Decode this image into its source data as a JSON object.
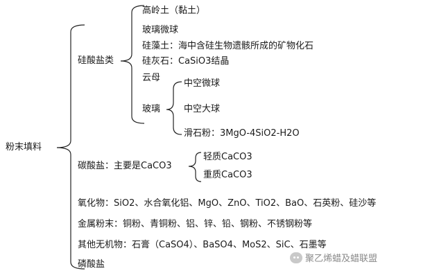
{
  "root": "粉末填料",
  "silicate": {
    "label": "硅酸盐类",
    "items": [
      "高岭土（黏土）",
      "玻璃微球",
      "硅藻土：海中含硅生物遗骸所成的矿物化石",
      "硅灰石：CaSiO3结晶",
      "云母",
      "玻璃"
    ],
    "glass_items": [
      "中空微球",
      "中空大球",
      "滑石粉：3MgO-4SiO2-H2O"
    ]
  },
  "carbonate": {
    "label": "碳酸盐：主要是CaCO3",
    "items": [
      "轻质CaCO3",
      "重质CaCO3"
    ]
  },
  "others": [
    "氧化物：SiO2、水合氧化铝、MgO、ZnO、TiO2、BaO、石英粉、硅沙等",
    "金属粉末：铜粉、青铜粉、铝、锌、铅、钢粉、不锈钢粉等",
    "其他无机物：石膏（CaSO4）、BaSO4、MoS2、SiC、石墨等",
    "磷酸盐"
  ],
  "watermark": "聚乙烯蜡及蜡联盟",
  "colors": {
    "text": "#1a1a1a",
    "line": "#222222",
    "watermark": "#8a8a8a"
  },
  "icons": {
    "watermark": "wechat-icon"
  }
}
